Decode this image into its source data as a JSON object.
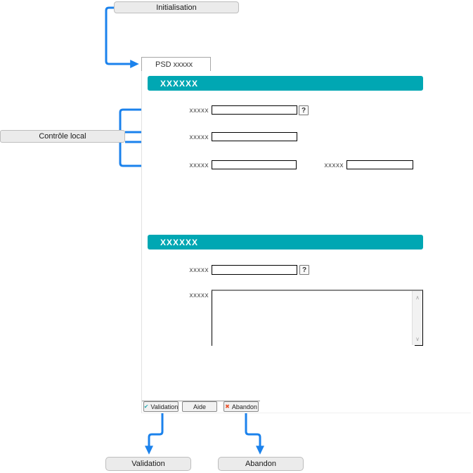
{
  "diagram": {
    "init_label": "Initialisation",
    "control_label": "Contrôle local",
    "validation_label": "Validation",
    "abandon_label": "Abandon"
  },
  "form": {
    "tab_label": "PSD xxxxx",
    "section1": {
      "title": "XXXXXX",
      "field1_label": "xxxxx",
      "field1_value": "",
      "field2_label": "xxxxx",
      "field2_value": "",
      "field3a_label": "xxxxx",
      "field3a_value": "",
      "field3b_label": "xxxxx",
      "field3b_value": ""
    },
    "section2": {
      "title": "XXXXXX",
      "field1_label": "xxxxx",
      "field1_value": "",
      "textarea_label": "xxxxx",
      "textarea_value": ""
    },
    "help_button_label": "?",
    "buttons": {
      "validation": "Validation",
      "aide": "Aide",
      "abandon": "Abandon"
    }
  },
  "icons": {
    "check": "✔",
    "cross": "✖",
    "scroll_up": "∧",
    "scroll_down": "∨"
  },
  "colors": {
    "section_header_teal": "#00a7b3",
    "flow_arrow_blue": "#1b82ec",
    "check_icon_teal": "#2aa9b0",
    "cross_icon_red": "#e8502a",
    "flow_box_gray": "#ebebeb"
  }
}
